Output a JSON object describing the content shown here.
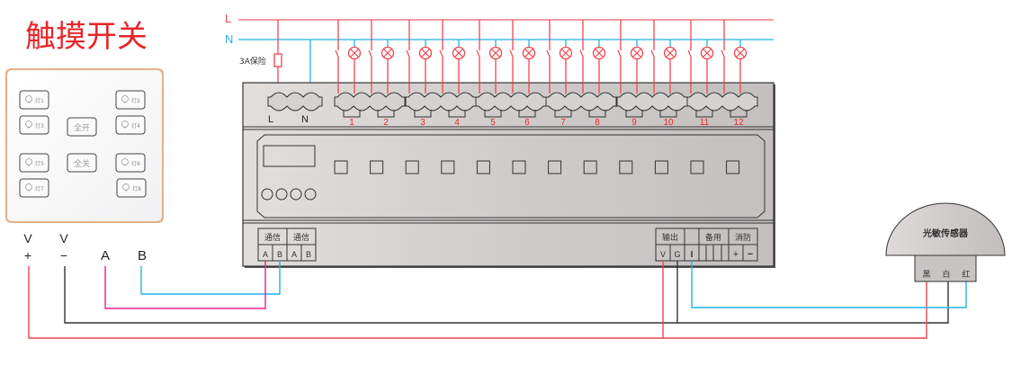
{
  "title": "触摸开关",
  "colors": {
    "live": "#f0444e",
    "neutral": "#1eb4e8",
    "comm_a": "#ea1f8c",
    "comm_b": "#1eb4e8",
    "ground": "#333333",
    "title": "#e8262c",
    "device_body": "#cbc7c6",
    "terminal_num": "#e8262c"
  },
  "bus": {
    "live_label": "L",
    "neutral_label": "N",
    "fuse_label": "3A保险"
  },
  "touch_switch": {
    "buttons": [
      {
        "label": "灯1",
        "type": "lamp"
      },
      {
        "label": "灯2",
        "type": "lamp"
      },
      {
        "label": "灯3",
        "type": "lamp"
      },
      {
        "label": "灯4",
        "type": "lamp"
      },
      {
        "label": "全开",
        "type": "all"
      },
      {
        "label": "全关",
        "type": "all"
      },
      {
        "label": "灯5",
        "type": "lamp"
      },
      {
        "label": "灯6",
        "type": "lamp"
      },
      {
        "label": "灯7",
        "type": "lamp"
      },
      {
        "label": "灯8",
        "type": "lamp"
      }
    ],
    "terminals": [
      {
        "top": "V",
        "bottom": "+"
      },
      {
        "top": "V",
        "bottom": "−"
      },
      {
        "top": "",
        "bottom": "A"
      },
      {
        "top": "",
        "bottom": "B"
      }
    ]
  },
  "module": {
    "power_terminals": [
      "L",
      "N"
    ],
    "channels": [
      "1",
      "2",
      "3",
      "4",
      "5",
      "6",
      "7",
      "8",
      "9",
      "10",
      "11",
      "12"
    ],
    "indicator_count": 4,
    "bottom_terminals": {
      "comm1": {
        "header": "通信",
        "pins": [
          "A",
          "B"
        ]
      },
      "comm2": {
        "header": "通信",
        "pins": [
          "A",
          "B"
        ]
      },
      "output": {
        "header": "输出",
        "pins": [
          "V",
          "G"
        ]
      },
      "input": {
        "header": "",
        "pins": [
          "I"
        ]
      },
      "spare": {
        "header": "备用",
        "pins": [
          "",
          "",
          "",
          ""
        ]
      },
      "fire": {
        "header": "消防",
        "pins": [
          "+",
          "−"
        ]
      }
    }
  },
  "sensor": {
    "label": "光敏传感器",
    "wires": [
      "黑",
      "白",
      "红"
    ]
  }
}
